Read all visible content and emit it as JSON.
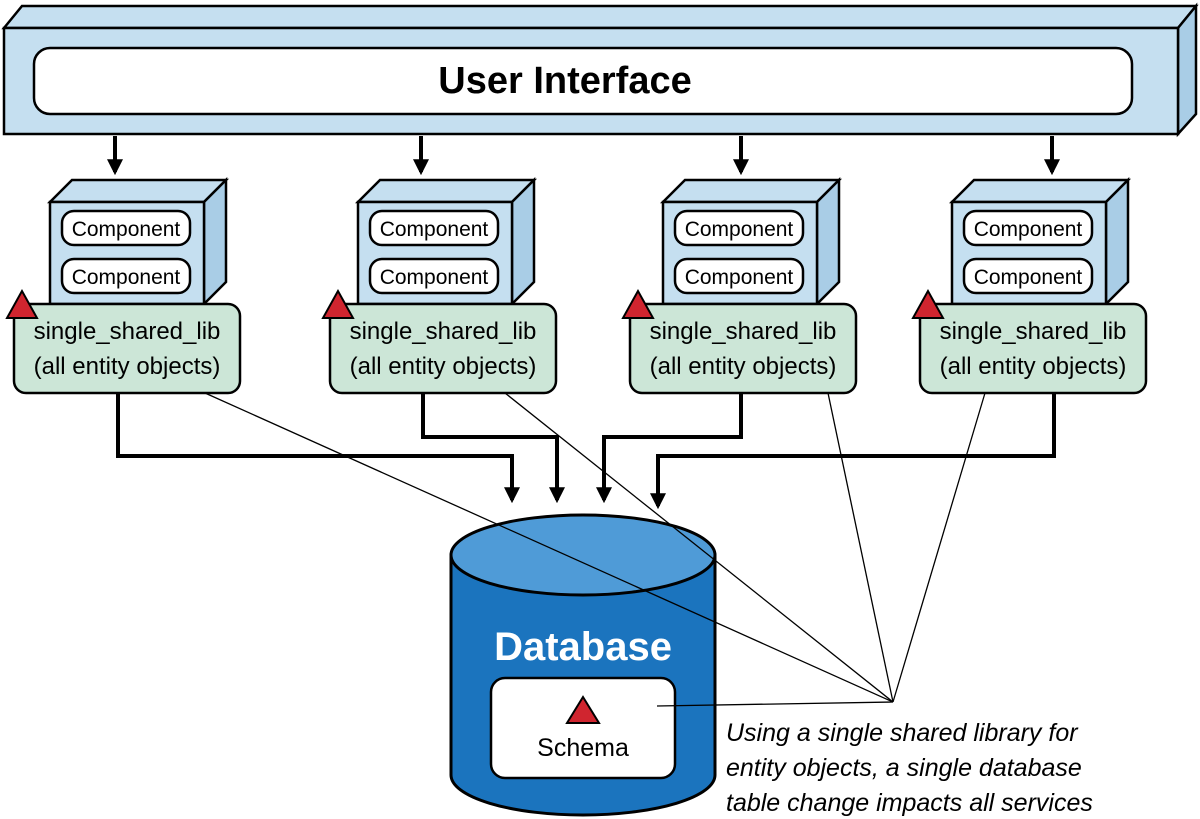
{
  "colors": {
    "ui_bar": "#c5dff0",
    "service_box": "#c5dff0",
    "lib_box": "#cce6d7",
    "database": "#1b74be",
    "database_top": "#4f9bd7",
    "change_marker": "#d0252f",
    "stroke": "#000000"
  },
  "ui": {
    "title": "User Interface"
  },
  "services": [
    {
      "components": [
        "Component",
        "Component"
      ],
      "lib": {
        "line1": "single_shared_lib",
        "line2": "(all entity objects)"
      }
    },
    {
      "components": [
        "Component",
        "Component"
      ],
      "lib": {
        "line1": "single_shared_lib",
        "line2": "(all entity objects)"
      }
    },
    {
      "components": [
        "Component",
        "Component"
      ],
      "lib": {
        "line1": "single_shared_lib",
        "line2": "(all entity objects)"
      }
    },
    {
      "components": [
        "Component",
        "Component"
      ],
      "lib": {
        "line1": "single_shared_lib",
        "line2": "(all entity objects)"
      }
    }
  ],
  "database": {
    "title": "Database",
    "schema_label": "Schema"
  },
  "annotation": {
    "lines": [
      "Using a single shared library for",
      "entity objects, a single database",
      "table change impacts all services"
    ]
  },
  "icons": {
    "change_marker": "red-triangle-icon"
  }
}
